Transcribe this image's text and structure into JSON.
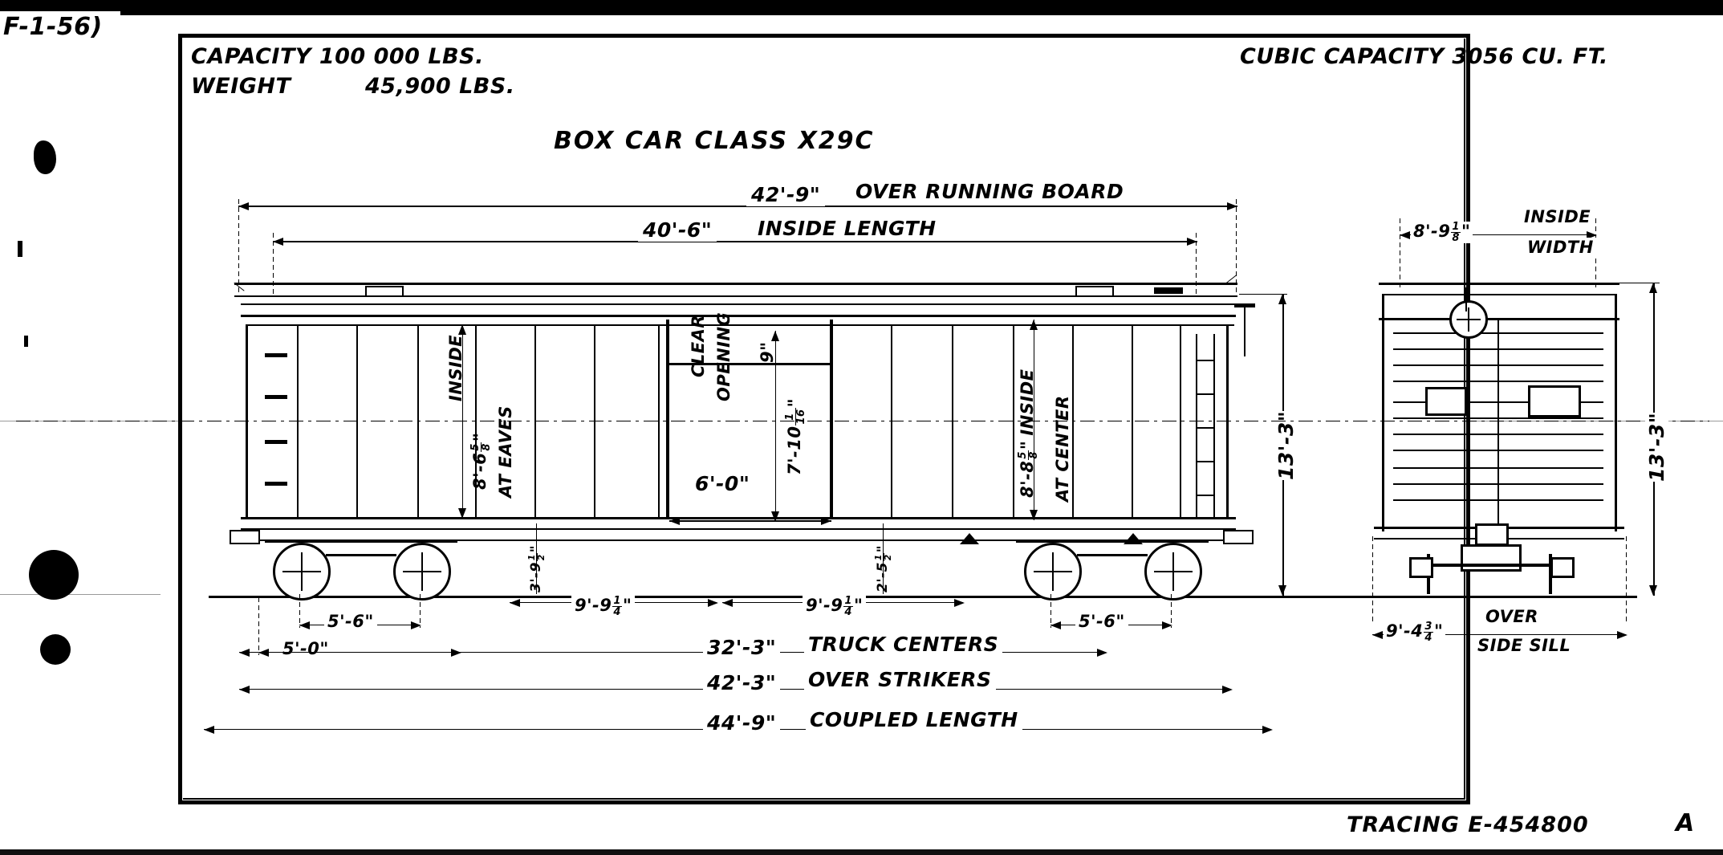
{
  "sheet": {
    "corner_note": "F-1-56)",
    "tracing": "TRACING E-454800",
    "revision": "A"
  },
  "header": {
    "capacity": "CAPACITY 100 000 LBS.",
    "weight_label": "WEIGHT",
    "weight_value": "45,900 LBS.",
    "cubic_capacity": "CUBIC CAPACITY 3056 CU. FT.",
    "title": "BOX CAR CLASS X29C"
  },
  "side_view": {
    "over_running_board": {
      "value": "42'-9\"",
      "text": "OVER RUNNING BOARD"
    },
    "inside_length": {
      "value": "40'-6\"",
      "text": "INSIDE LENGTH"
    },
    "inside_at_eaves": {
      "label_a": "INSIDE",
      "value": "8'-6",
      "frac_n": "5",
      "frac_d": "8",
      "unit": "\"",
      "label_b": "AT EAVES"
    },
    "clear_opening": {
      "label": "CLEAR OPENING",
      "value": "6'-0\""
    },
    "door_height": {
      "value": "7'-10",
      "frac_n": "1",
      "frac_d": "16",
      "unit": "\""
    },
    "door_top_gap": {
      "value": "9\""
    },
    "inside_at_center": {
      "value": "8'-8",
      "frac_n": "5",
      "frac_d": "8",
      "unit": "\"",
      "label_a": "INSIDE",
      "label_b": "AT CENTER"
    },
    "height_over_rail": {
      "value": "13'-3\""
    },
    "sill_height_left": {
      "value": "3'-9",
      "frac_n": "1",
      "frac_d": "2",
      "unit": "\""
    },
    "sill_height_right": {
      "value": "2'-5",
      "frac_n": "1",
      "frac_d": "2",
      "unit": "\""
    },
    "axle_spacing_left": {
      "value": "5'-6\""
    },
    "axle_spacing_right": {
      "value": "5'-6\""
    },
    "end_overhang": {
      "value": "5'-0\""
    },
    "truck_to_door_left": {
      "value": "9'-9",
      "frac_n": "1",
      "frac_d": "4",
      "unit": "\""
    },
    "truck_to_door_right": {
      "value": "9'-9",
      "frac_n": "1",
      "frac_d": "4",
      "unit": "\""
    },
    "truck_centers": {
      "value": "32'-3\"",
      "text": "TRUCK CENTERS"
    },
    "over_strikers": {
      "value": "42'-3\"",
      "text": "OVER STRIKERS"
    },
    "coupled_length": {
      "value": "44'-9\"",
      "text": "COUPLED LENGTH"
    }
  },
  "end_view": {
    "inside_width": {
      "value": "8'-9",
      "frac_n": "1",
      "frac_d": "8",
      "unit": "\"",
      "label_a": "INSIDE",
      "label_b": "WIDTH"
    },
    "height_over_rail": {
      "value": "13'-3\""
    },
    "over_side_sill": {
      "value": "9'-4",
      "frac_n": "3",
      "frac_d": "4",
      "unit": "\"",
      "label_a": "OVER",
      "label_b": "SIDE SILL"
    }
  },
  "chart_data": {
    "type": "table",
    "title": "BOX CAR CLASS X29C — Pennsylvania Railroad dimensional diagram",
    "categories": [
      "Capacity (lbs)",
      "Light weight (lbs)",
      "Cubic capacity (cu ft)",
      "Over running board",
      "Inside length",
      "Inside height at eaves",
      "Inside height at center",
      "Clear door opening width",
      "Clear door opening height",
      "Inside width",
      "Height over rail",
      "Over side sill",
      "Truck centers",
      "Over strikers",
      "Coupled length"
    ],
    "values": [
      "100 000",
      "45,900",
      "3056",
      "42'-9\"",
      "40'-6\"",
      "8'-6 5/8\"",
      "8'-8 5/8\"",
      "6'-0\"",
      "7'-10 1/16\"",
      "8'-9 1/8\"",
      "13'-3\"",
      "9'-4 3/4\"",
      "32'-3\"",
      "42'-3\"",
      "44'-9\""
    ]
  }
}
